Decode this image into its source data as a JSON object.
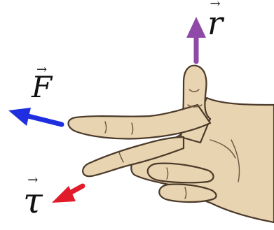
{
  "labels": {
    "r": "r",
    "F": "F",
    "tau": "τ",
    "vector_mark": "⃗"
  },
  "colors": {
    "r_arrow": "#8e4aa6",
    "F_arrow": "#1f2fe0",
    "tau_arrow": "#e21b2b",
    "skin": "#e8d4b0",
    "skin_outline": "#4b3a2a",
    "background": "#ffffff"
  }
}
